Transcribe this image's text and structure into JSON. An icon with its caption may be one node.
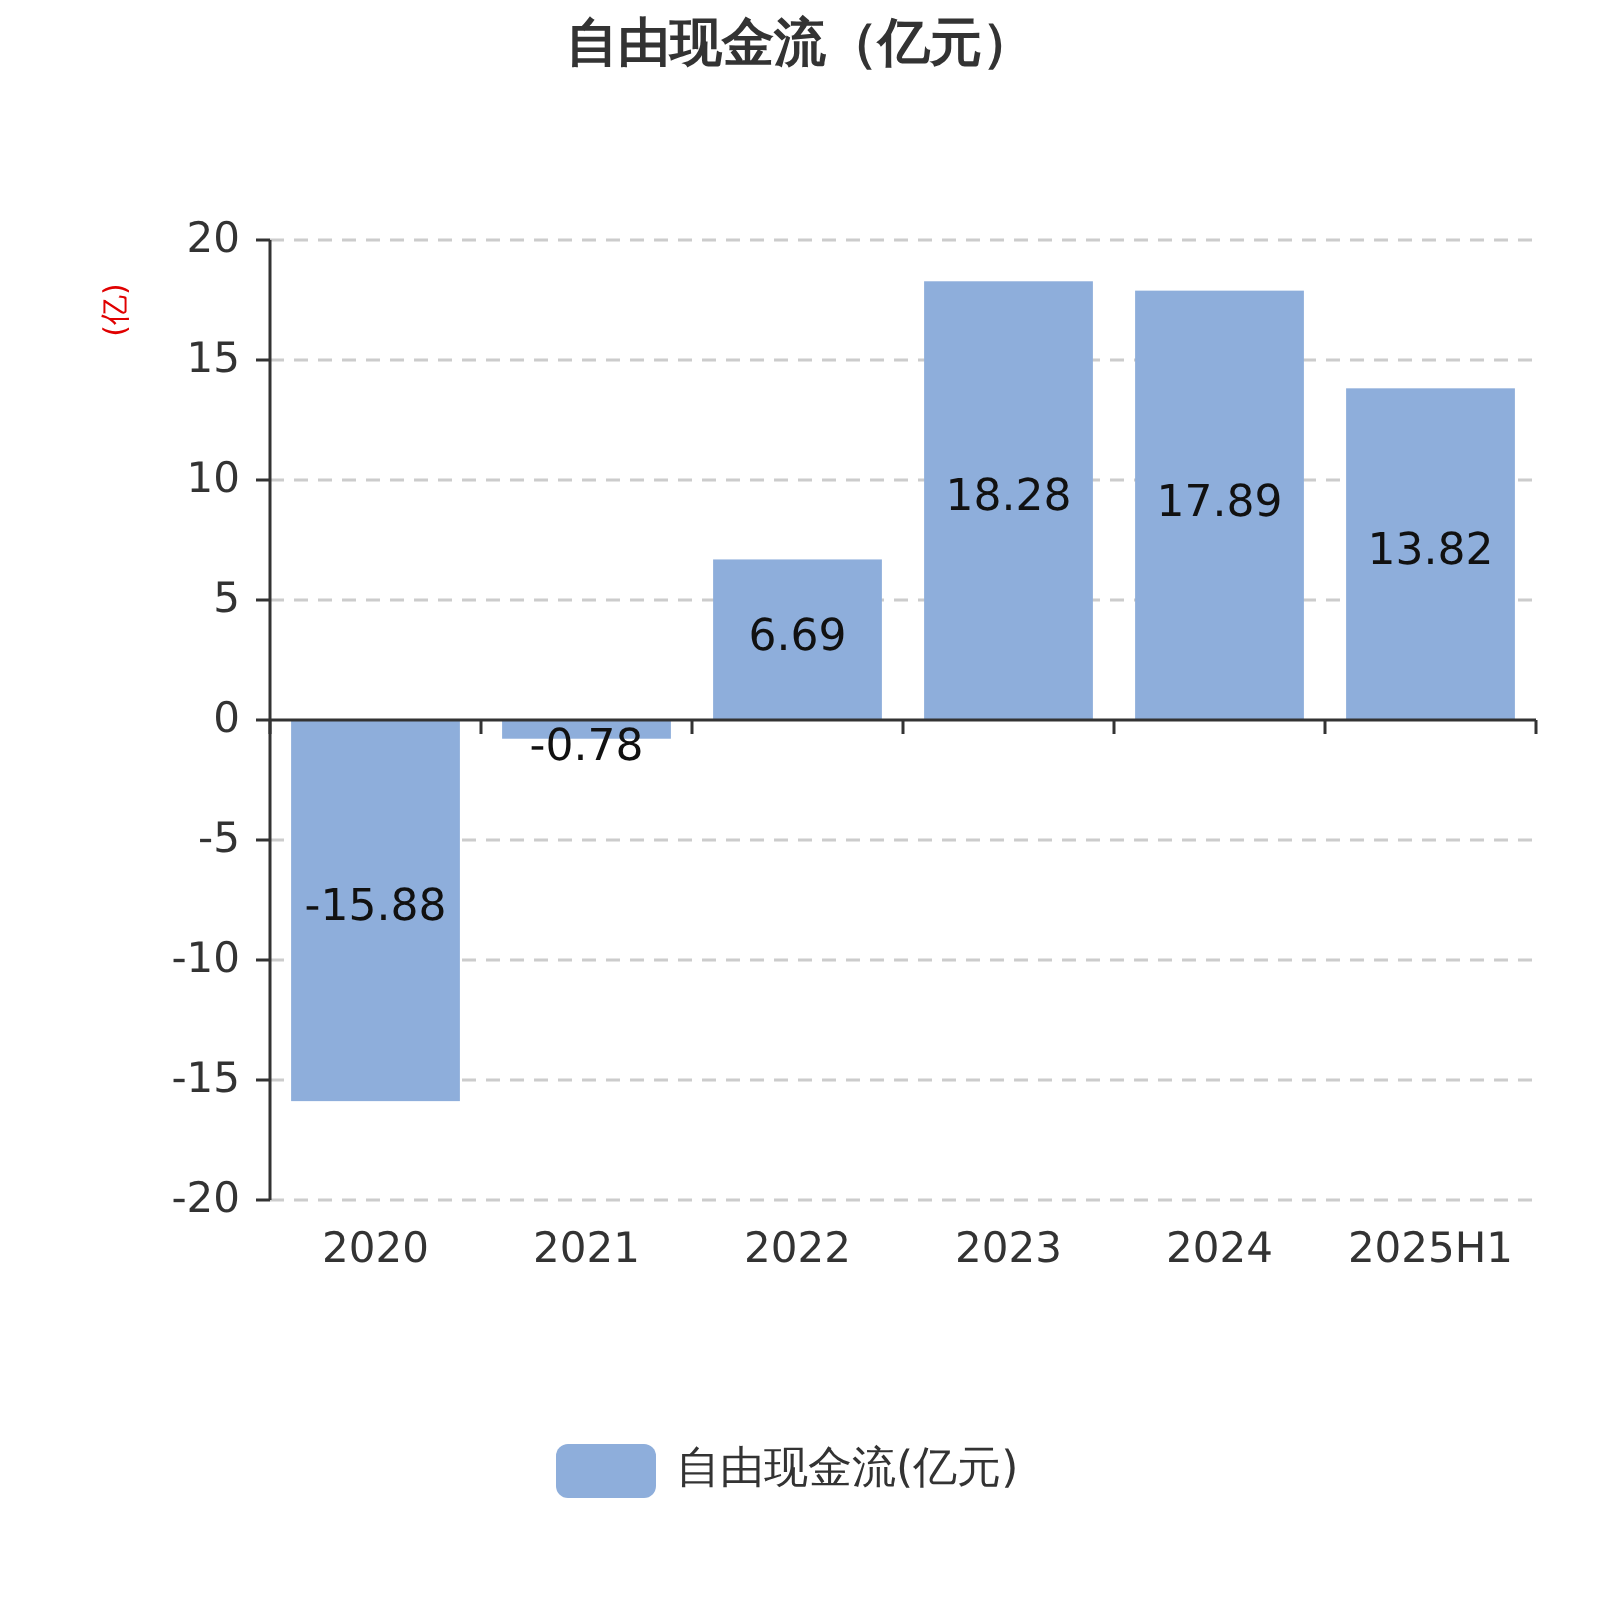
{
  "diagram": {
    "title": "自由现金流（亿元）",
    "chart_data": {
      "type": "bar",
      "ylabel": "(亿)",
      "categories": [
        "2020",
        "2021",
        "2022",
        "2023",
        "2024",
        "2025H1"
      ],
      "series": [
        {
          "color": "#8eaedb",
          "values": [
            -15.88,
            -0.78,
            6.69,
            18.28,
            17.89,
            13.82
          ]
        }
      ],
      "ylim": [
        -20,
        20
      ],
      "yticks": [
        -20,
        -15,
        -10,
        -5,
        0,
        5,
        10,
        15,
        20
      ],
      "data_labels": true,
      "grid": true
    },
    "legend": [
      {
        "text": "自由现金流(亿元)",
        "color": "#8eaedb"
      }
    ]
  }
}
